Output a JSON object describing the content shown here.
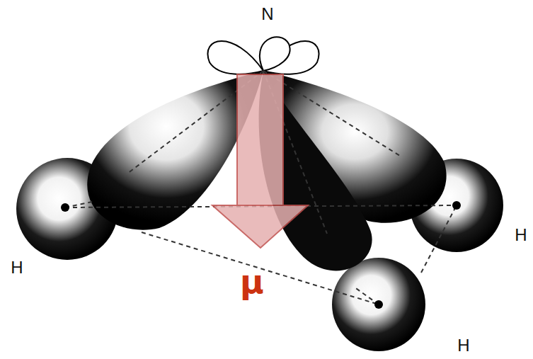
{
  "diagram": {
    "labels": [
      "N",
      "H",
      "H",
      "H",
      "μ"
    ]
  }
}
